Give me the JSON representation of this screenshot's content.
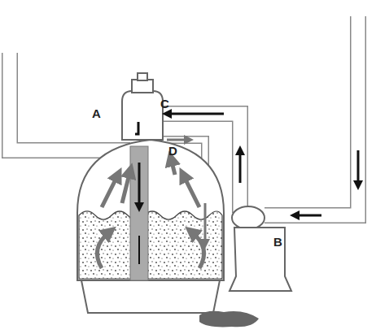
{
  "diagram": {
    "labels": [
      "A",
      "C",
      "D",
      "B"
    ]
  }
}
